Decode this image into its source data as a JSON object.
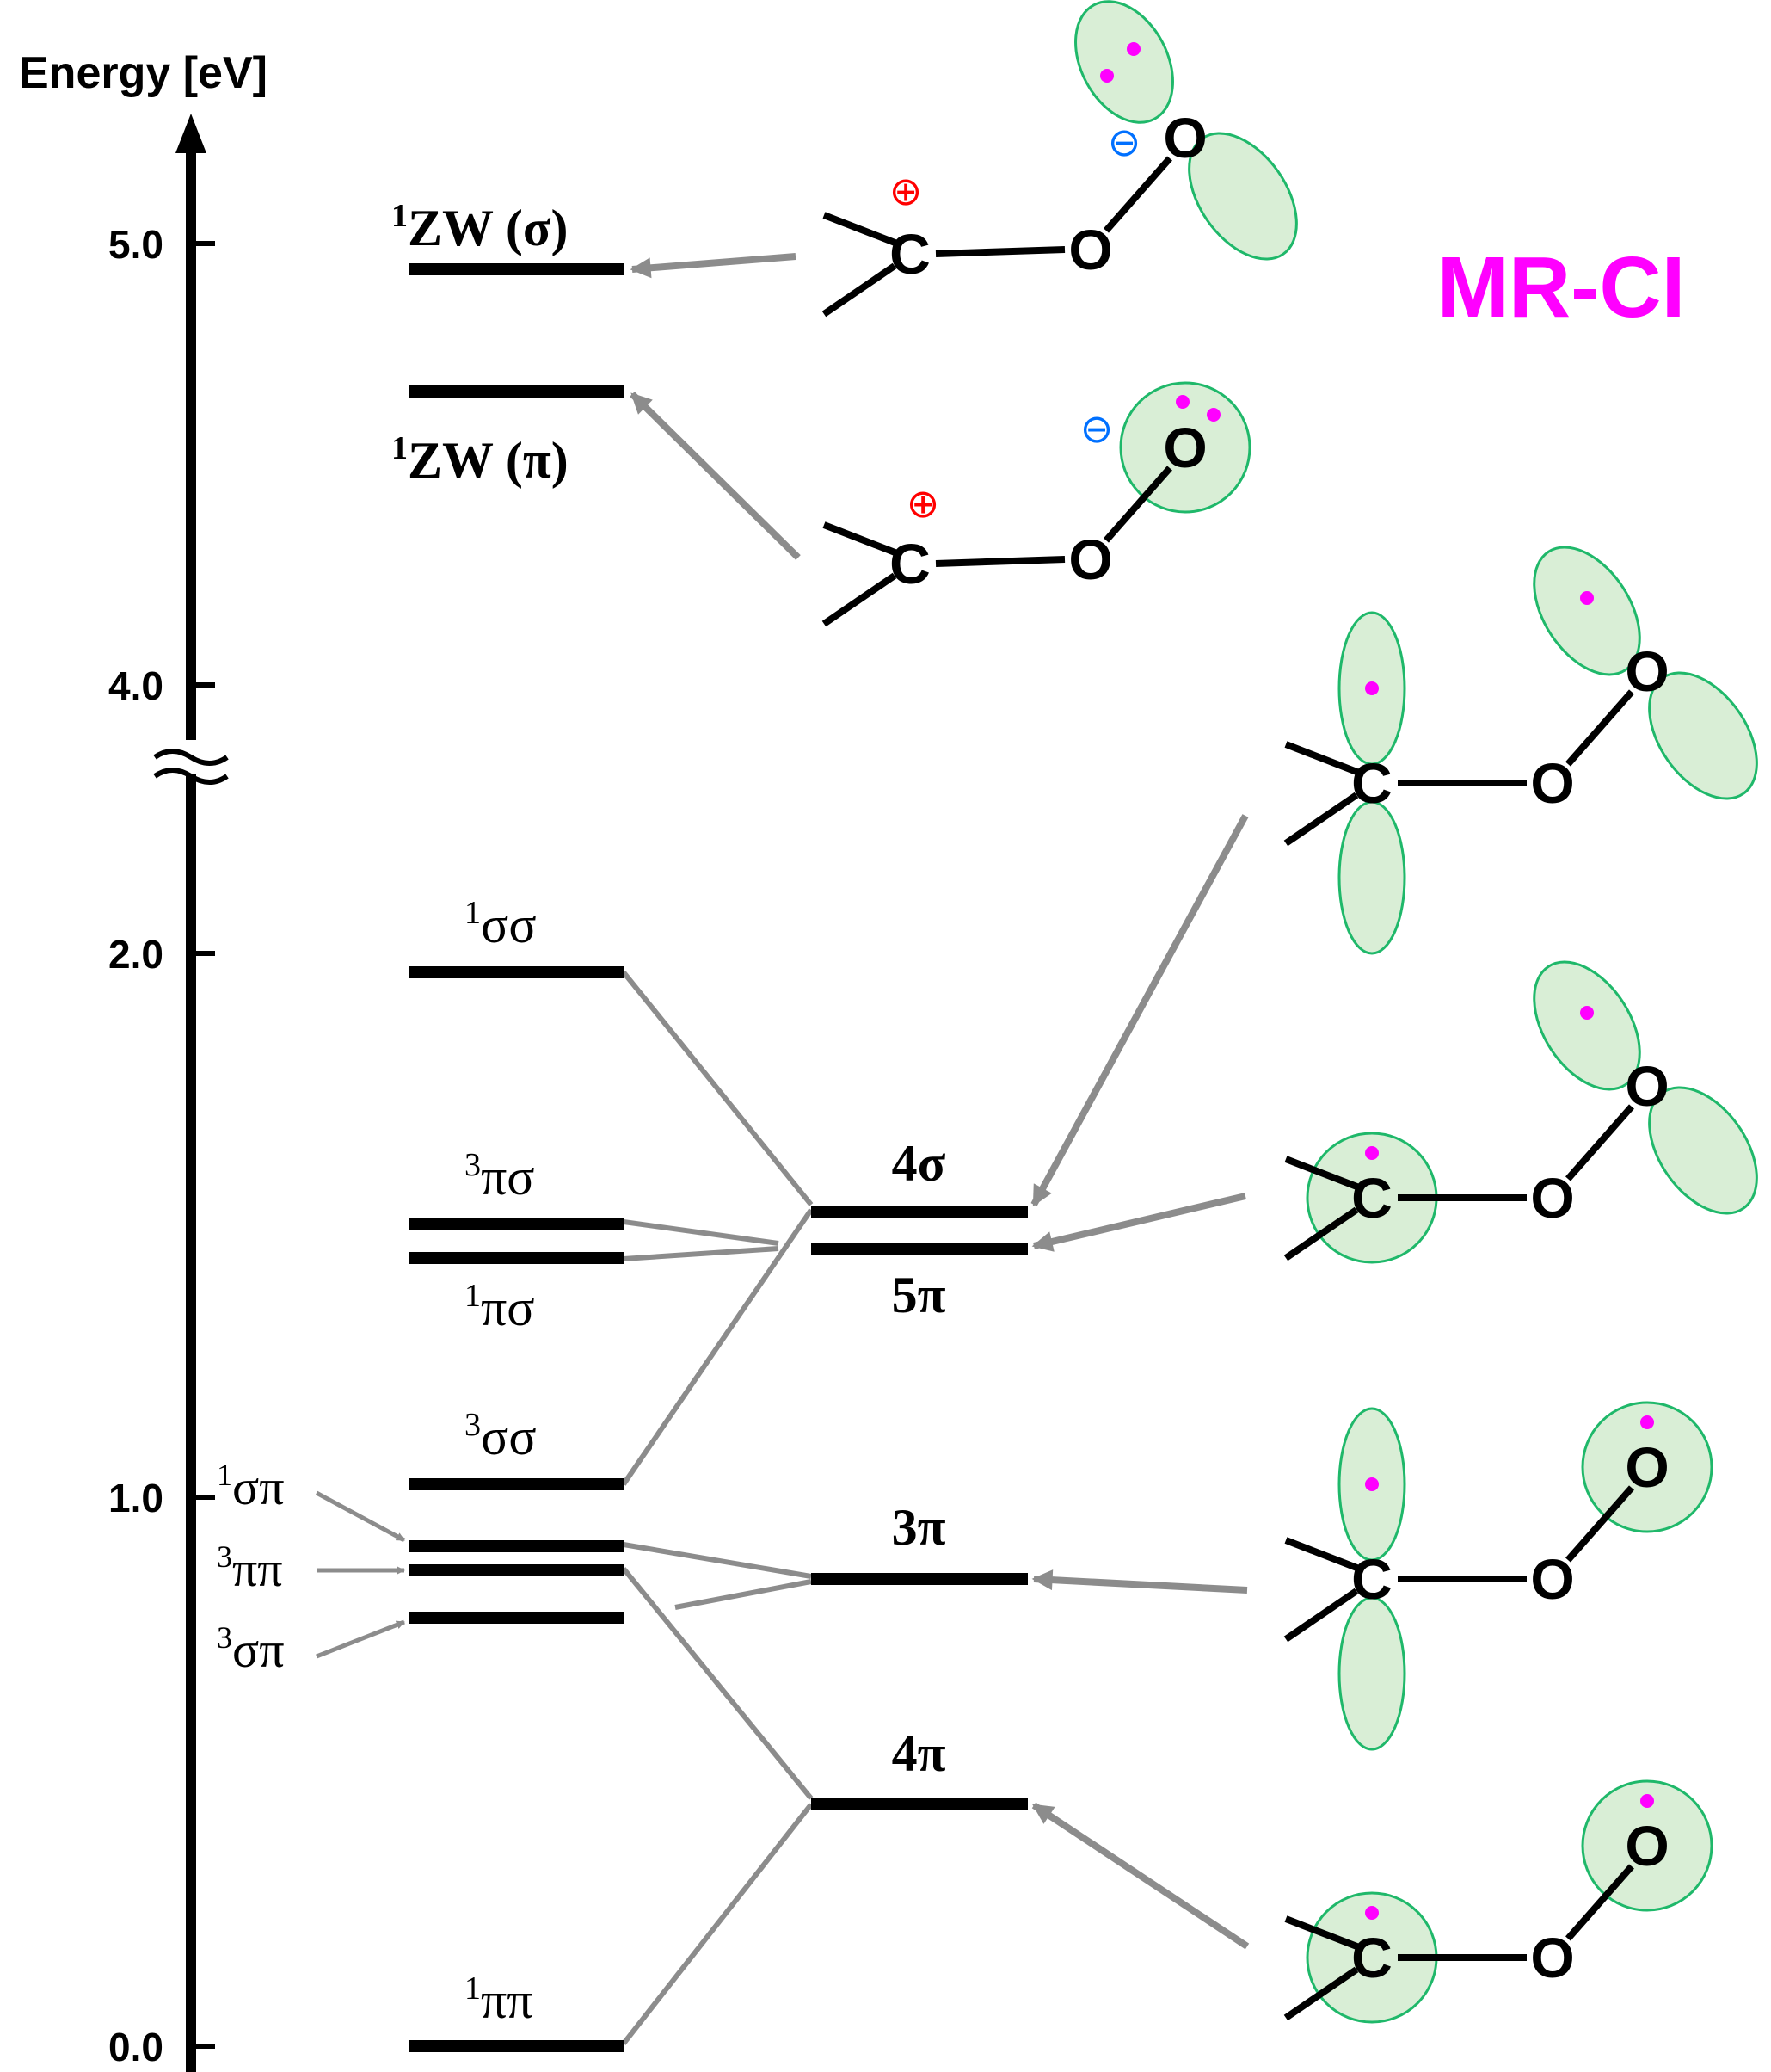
{
  "axis": {
    "title": "Energy [eV]",
    "ticks": [
      "0.0",
      "1.0",
      "2.0",
      "4.0",
      "5.0"
    ]
  },
  "method_label": "MR-CI",
  "left_levels": {
    "zw_sigma": {
      "sup": "1",
      "main": "ZW (σ)"
    },
    "zw_pi": {
      "sup": "1",
      "main": "ZW (π)"
    },
    "ss1": {
      "sup": "1",
      "main": "σσ"
    },
    "ps3": {
      "sup": "3",
      "main": "πσ"
    },
    "ps1": {
      "sup": "1",
      "main": "πσ"
    },
    "ss3": {
      "sup": "3",
      "main": "σσ"
    },
    "sp1": {
      "sup": "1",
      "main": "σπ"
    },
    "pp3": {
      "sup": "3",
      "main": "ππ"
    },
    "sp3": {
      "sup": "3",
      "main": "σπ"
    },
    "pp1": {
      "sup": "1",
      "main": "ππ"
    }
  },
  "right_levels": {
    "s4": "4σ",
    "p5": "5π",
    "p3": "3π",
    "p4": "4π"
  },
  "atoms": {
    "carbon": "C",
    "oxygen": "O"
  },
  "charges": {
    "plus": "⊕",
    "minus": "⊖"
  },
  "colors": {
    "magenta": "#ff00ff",
    "orbital_fill": "#d9eed6",
    "orbital_stroke": "#1fb86a",
    "arrow": "#8c8c8c",
    "plus": "#ff0000",
    "minus": "#0070ff"
  }
}
